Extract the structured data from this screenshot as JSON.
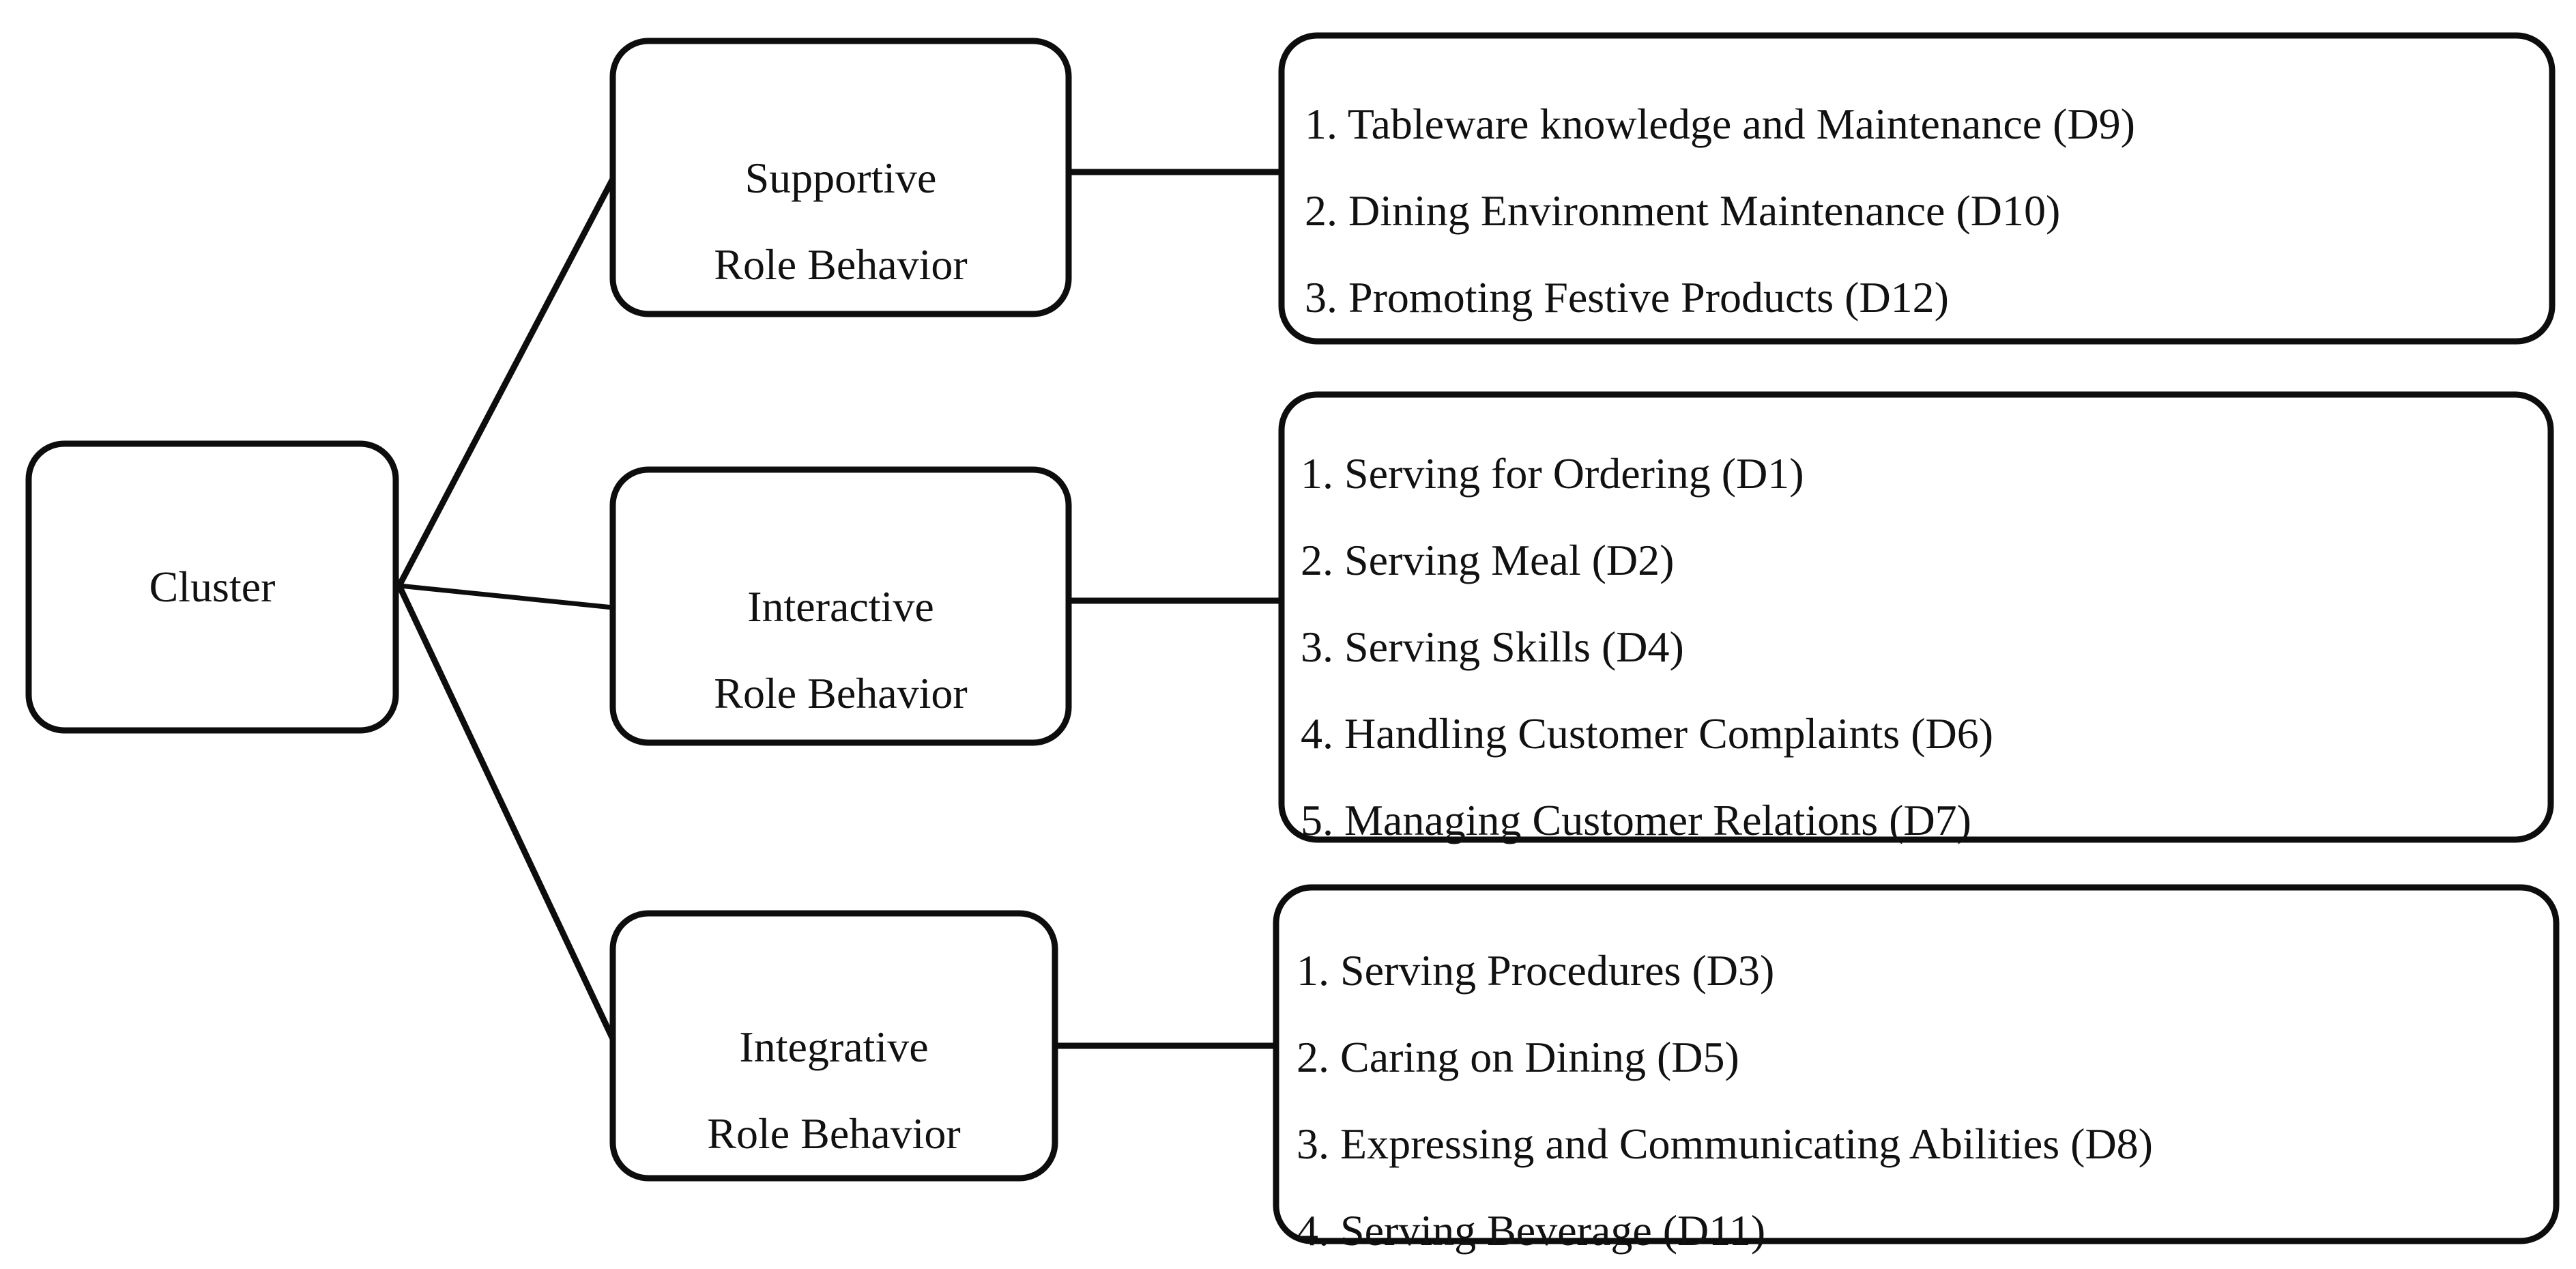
{
  "diagram": {
    "title": "Cluster of Role Behaviors",
    "root": {
      "label": "Cluster"
    },
    "branches": [
      {
        "id": "supportive",
        "label_line1": "Supportive",
        "label_line2": "Role Behavior",
        "items": [
          "1. Tableware  knowledge and Maintenance (D9)",
          "2. Dining Environment Maintenance (D10)",
          "3. Promoting Festive Products (D12)"
        ]
      },
      {
        "id": "interactive",
        "label_line1": "Interactive",
        "label_line2": "Role Behavior",
        "items": [
          "1. Serving for Ordering (D1)",
          "2. Serving Meal (D2)",
          "3. Serving Skills (D4)",
          "4. Handling Customer Complaints (D6)",
          "5. Managing Customer Relations (D7)"
        ]
      },
      {
        "id": "integrative",
        "label_line1": "Integrative",
        "label_line2": "Role Behavior",
        "items": [
          "1. Serving Procedures (D3)",
          "2. Caring on Dining (D5)",
          "3. Expressing and Communicating Abilities (D8)",
          "4. Serving Beverage (D11)"
        ]
      }
    ],
    "colors": {
      "stroke": "#0d0d0d",
      "fill": "#ffffff",
      "text": "#111111"
    }
  }
}
